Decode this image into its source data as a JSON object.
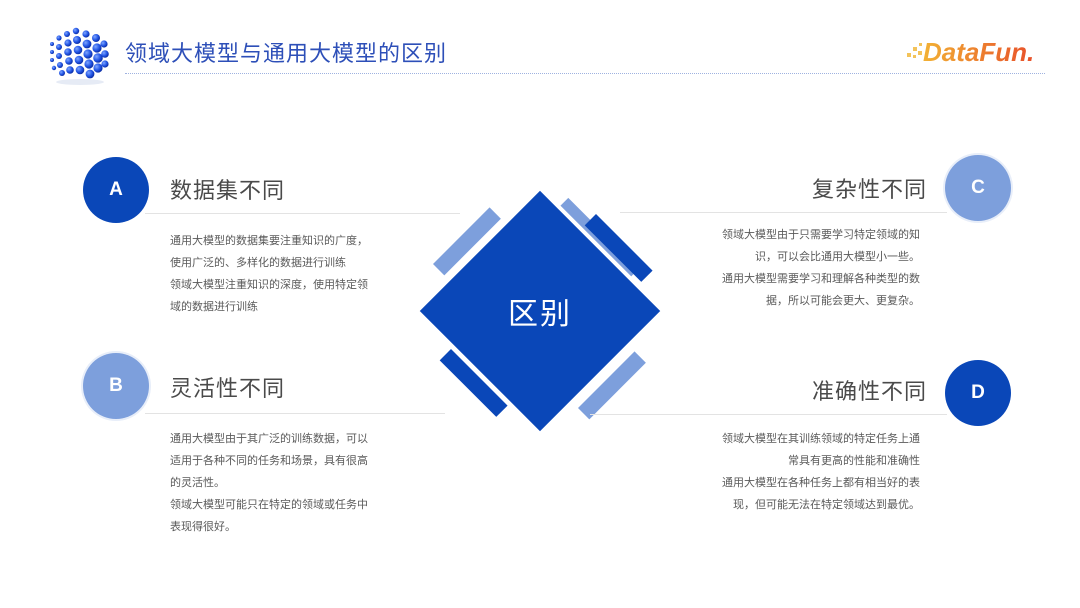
{
  "header": {
    "title": "领域大模型与通用大模型的区别",
    "brand_logo_text": "DataFun.",
    "logo_icon": "molecule-cube-icon"
  },
  "center": {
    "label": "区别",
    "colors": {
      "primary": "#0a47b8",
      "light": "#7d9fdc"
    }
  },
  "sections": [
    {
      "badge": "A",
      "title": "数据集不同",
      "paragraphs": [
        "通用大模型的数据集要注重知识的广度，使用广泛的、多样化的数据进行训练",
        "领域大模型注重知识的深度，使用特定领域的数据进行训练"
      ],
      "lines": [
        "通用大模型的数据集要注重知识的广度，",
        "使用广泛的、多样化的数据进行训练",
        "领域大模型注重知识的深度，使用特定领",
        "域的数据进行训练"
      ]
    },
    {
      "badge": "B",
      "title": "灵活性不同",
      "lines": [
        "通用大模型由于其广泛的训练数据，可以",
        "适用于各种不同的任务和场景，具有很高",
        "的灵活性。",
        "领域大模型可能只在特定的领域或任务中",
        "表现得很好。"
      ]
    },
    {
      "badge": "C",
      "title": "复杂性不同",
      "lines": [
        "领域大模型由于只需要学习特定领域的知",
        "识，可以会比通用大模型小一些。",
        "通用大模型需要学习和理解各种类型的数",
        "据，所以可能会更大、更复杂。"
      ]
    },
    {
      "badge": "D",
      "title": "准确性不同",
      "lines": [
        "领域大模型在其训练领域的特定任务上通",
        "常具有更高的性能和准确性",
        "通用大模型在各种任务上都有相当好的表",
        "现，但可能无法在特定领域达到最优。"
      ]
    }
  ]
}
